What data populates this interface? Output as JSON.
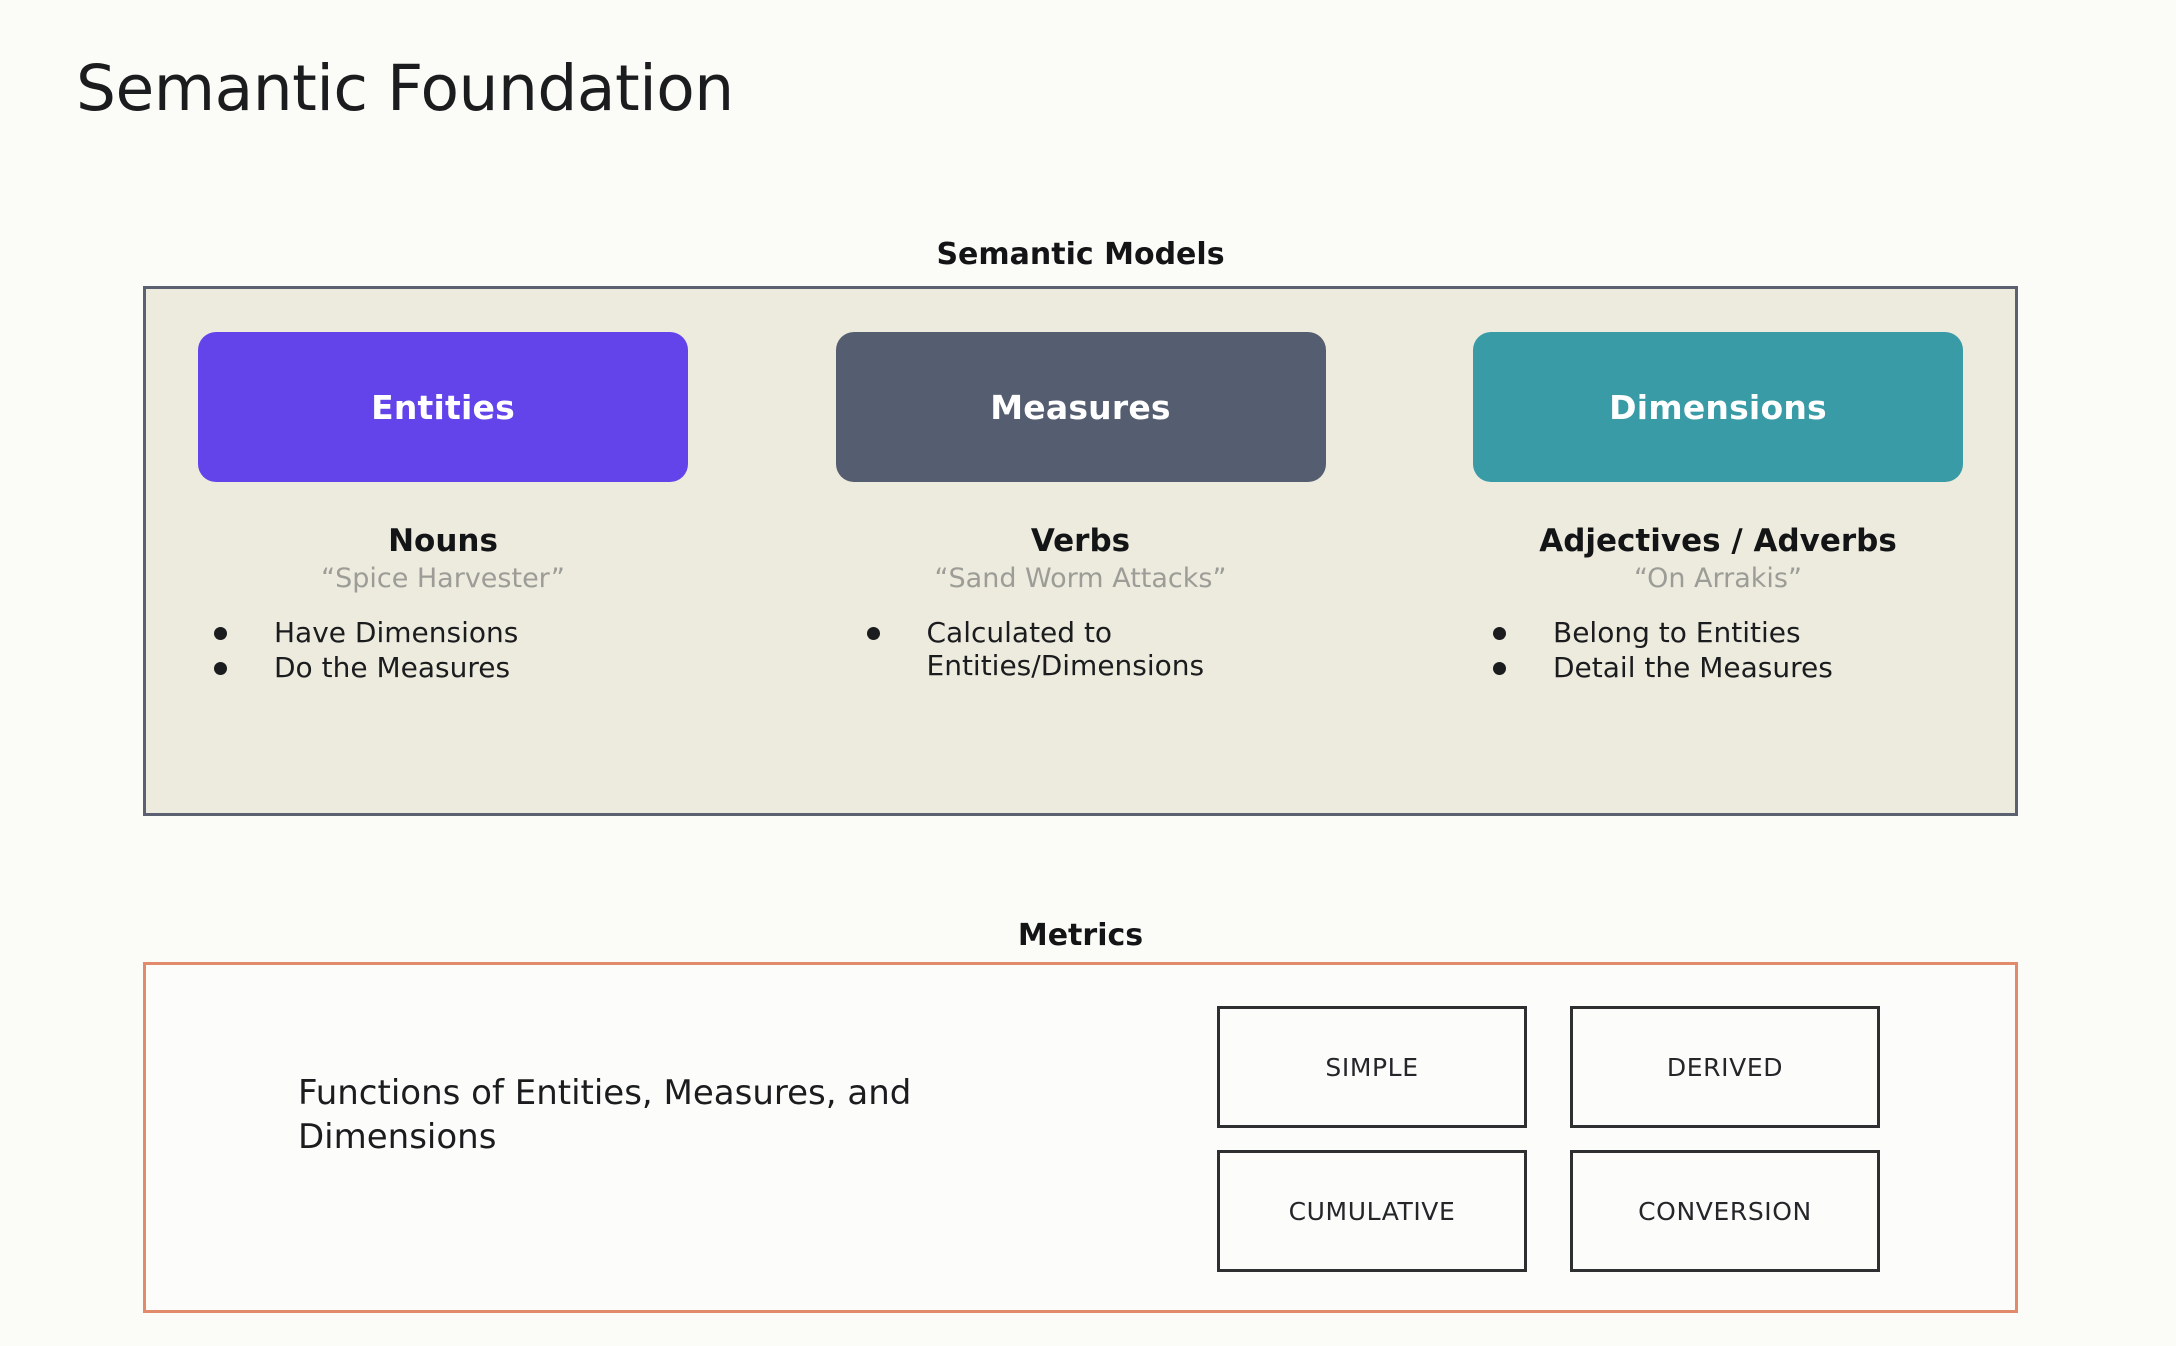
{
  "page": {
    "title": "Semantic Foundation",
    "background_color": "#fbfbf8"
  },
  "semantic_models": {
    "label": "Semantic Models",
    "panel_background": "#edeade",
    "panel_border_color": "#5b6170",
    "columns": [
      {
        "pill_label": "Entities",
        "pill_color": "#6344eb",
        "part_of_speech": "Nouns",
        "example": "“Spice Harvester”",
        "bullets": [
          "Have Dimensions",
          "Do the Measures"
        ]
      },
      {
        "pill_label": "Measures",
        "pill_color": "#555e70",
        "part_of_speech": "Verbs",
        "example": "“Sand Worm Attacks”",
        "bullets": [
          "Calculated to Entities/Dimensions"
        ]
      },
      {
        "pill_label": "Dimensions",
        "pill_color": "#389ba6",
        "part_of_speech": "Adjectives / Adverbs",
        "example": "“On Arrakis”",
        "bullets": [
          "Belong to Entities",
          "Detail the Measures"
        ]
      }
    ]
  },
  "metrics": {
    "label": "Metrics",
    "panel_border_color": "#e28a6c",
    "description": "Functions of Entities, Measures, and Dimensions",
    "types": [
      "SIMPLE",
      "DERIVED",
      "CUMULATIVE",
      "CONVERSION"
    ]
  }
}
